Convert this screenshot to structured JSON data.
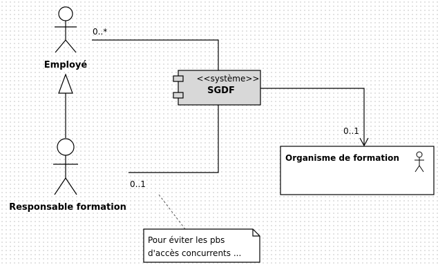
{
  "diagram": {
    "actors": {
      "employe": {
        "label": "Employé"
      },
      "responsable": {
        "label": "Responsable formation"
      }
    },
    "component": {
      "stereotype": "<<système>>",
      "name": "SGDF"
    },
    "organisme": {
      "name": "Organisme de formation"
    },
    "multiplicities": {
      "employe_assoc": "0..*",
      "organisme_assoc": "0..1",
      "responsable_assoc": "0..1"
    },
    "note": {
      "line1": "Pour éviter les pbs",
      "line2": "d'accès concurrents ..."
    },
    "colors": {
      "component_fill": "#d8d8d8",
      "line": "#000000",
      "note_dash": "#555555"
    }
  }
}
